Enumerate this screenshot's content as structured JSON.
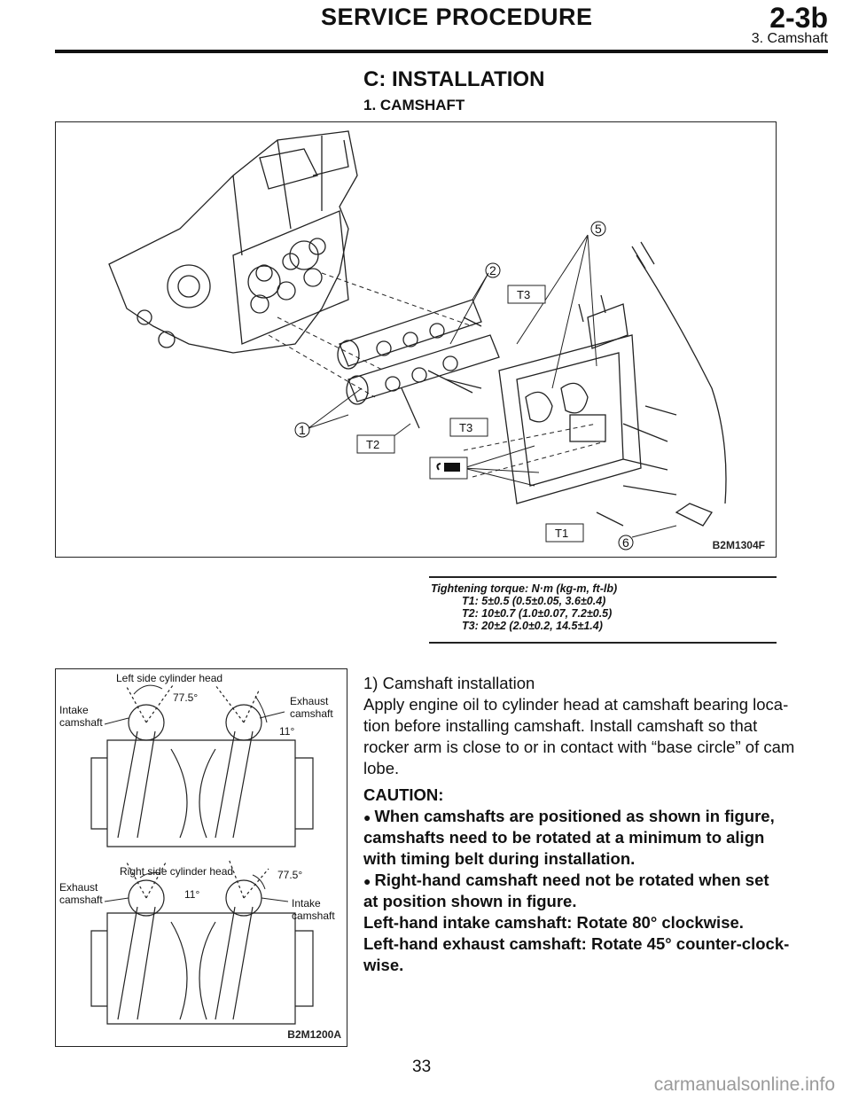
{
  "header": {
    "title": "SERVICE PROCEDURE",
    "code": "2-3b",
    "subtitle": "3. Camshaft"
  },
  "section": {
    "heading": "C: INSTALLATION",
    "subheading": "1. CAMSHAFT"
  },
  "figure_top": {
    "code": "B2M1304F",
    "callouts": [
      "1",
      "2",
      "5",
      "6"
    ],
    "torque_labels": [
      "T1",
      "T2",
      "T3",
      "T3"
    ],
    "icon": "sealant-icon"
  },
  "torque": {
    "heading": "Tightening torque: N·m (kg-m, ft-lb)",
    "t1": "T1: 5±0.5 (0.5±0.05, 3.6±0.4)",
    "t2": "T2: 10±0.7 (1.0±0.07, 7.2±0.5)",
    "t3": "T3: 20±2 (2.0±0.2, 14.5±1.4)"
  },
  "figure_bottom": {
    "code": "B2M1200A",
    "left_head_title": "Left side cylinder head",
    "right_head_title": "Right side cylinder head",
    "left_intake": [
      "Intake",
      "camshaft"
    ],
    "left_exhaust": [
      "Exhaust",
      "camshaft"
    ],
    "right_exhaust": [
      "Exhaust",
      "camshaft"
    ],
    "right_intake": [
      "Intake",
      "camshaft"
    ],
    "angle_large": "77.5°",
    "angle_small": "11°"
  },
  "procedure": {
    "step_title": "1) Camshaft installation",
    "para_lines": [
      "Apply engine oil to cylinder head at camshaft bearing loca-",
      "tion before installing camshaft. Install camshaft so that",
      "rocker arm is close to or in contact with “base circle” of cam",
      "lobe."
    ],
    "caution_label": "CAUTION:",
    "caution_lines": [
      "When camshafts are positioned as shown in figure,",
      "camshafts need to be rotated at a minimum to align",
      "with timing belt during installation.",
      "Right-hand camshaft need not be rotated when set",
      "at position shown in figure.",
      "Left-hand intake camshaft: Rotate 80° clockwise.",
      "Left-hand exhaust camshaft: Rotate 45° counter-clock-",
      "wise."
    ]
  },
  "footer": {
    "page_number": "33",
    "watermark": "carmanualsonline.info"
  }
}
